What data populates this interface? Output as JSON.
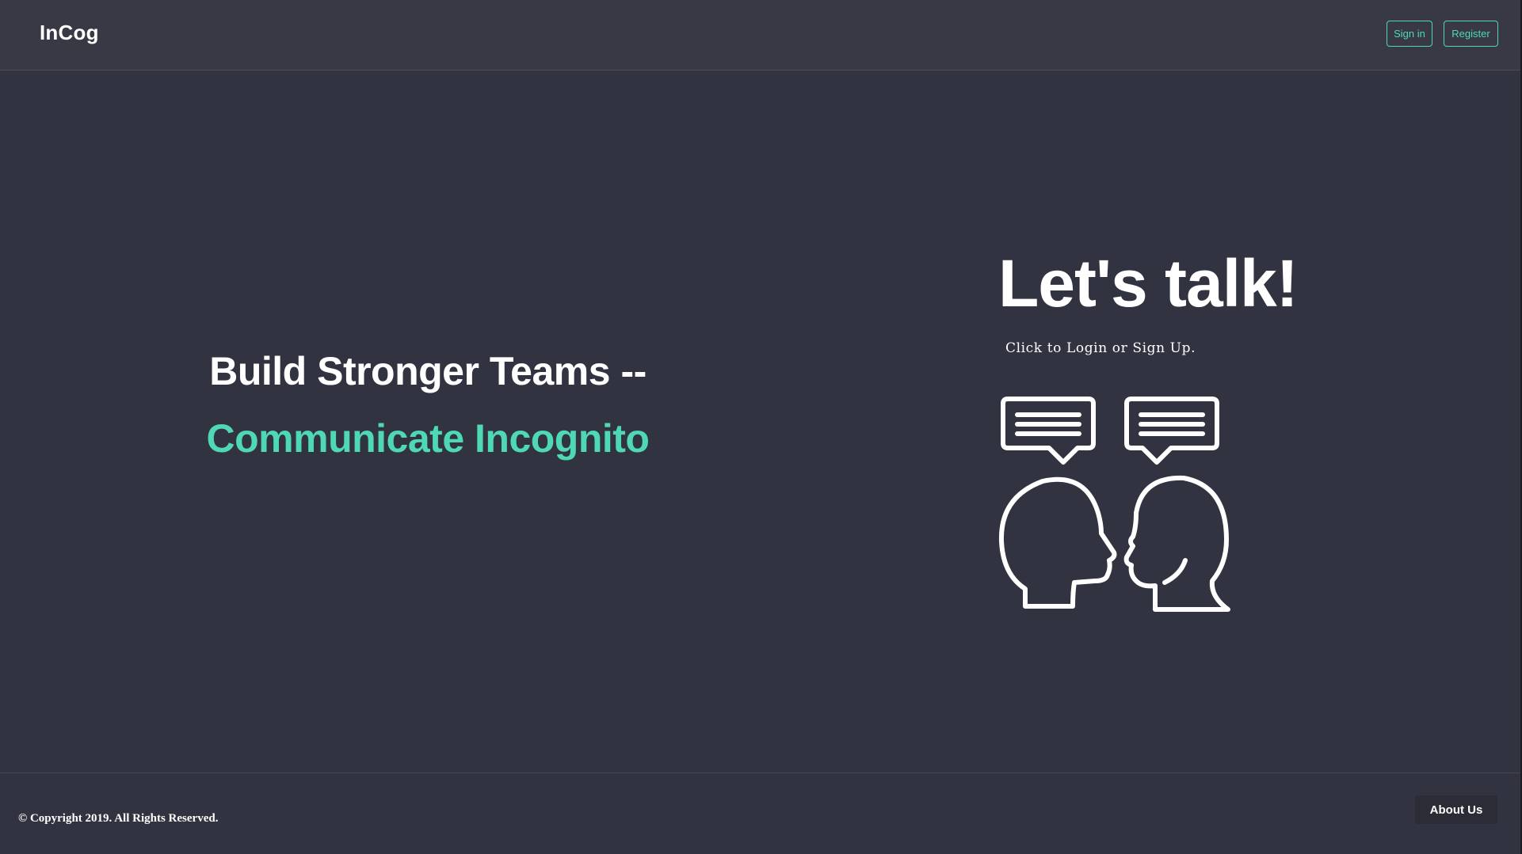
{
  "navbar": {
    "brand": "InCog",
    "signin_label": "Sign in",
    "register_label": "Register"
  },
  "hero": {
    "title": "Build Stronger Teams --",
    "subtitle": "Communicate Incognito",
    "talk_title": "Let's talk!",
    "talk_subtitle": "Click to Login or Sign Up.",
    "illustration_icon": "two-heads-talking-icon"
  },
  "footer": {
    "copyright": "© Copyright 2019. All Rights Reserved.",
    "about_label": "About Us"
  },
  "colors": {
    "accent": "#4fd8b4",
    "background": "#323340",
    "header": "#383944",
    "text": "#ffffff"
  }
}
